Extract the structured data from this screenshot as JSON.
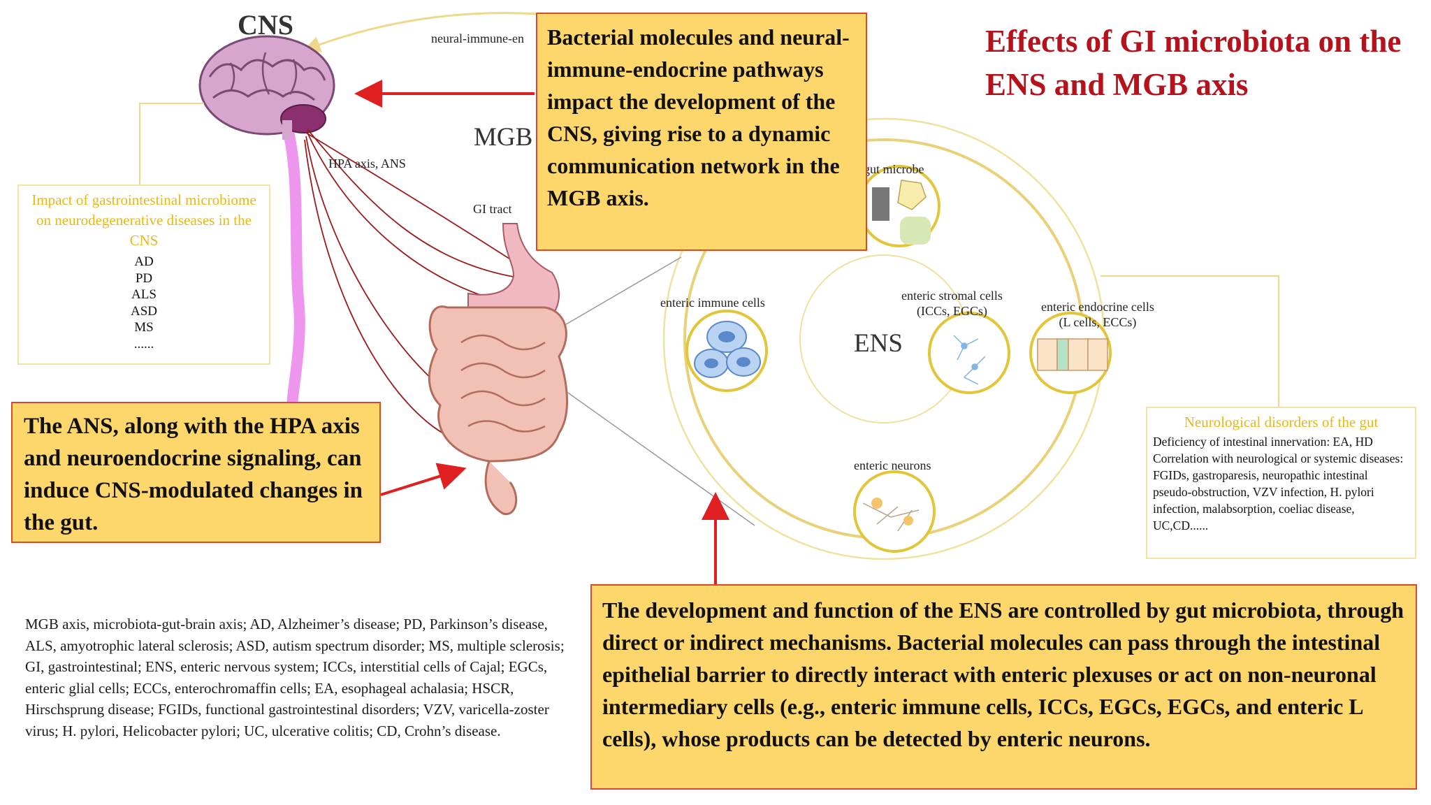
{
  "title": "Effects of GI microbiota on the ENS and MGB axis",
  "callouts": {
    "top": "Bacterial molecules and neural-immune-endocrine pathways impact the development of the CNS, giving rise to a dynamic communication network in the MGB axis.",
    "left": "The ANS, along with the HPA axis and neuroendocrine signaling, can induce CNS-modulated changes in the gut.",
    "bottom": "The development and function of the ENS are controlled by gut microbiota, through direct or indirect mechanisms. Bacterial molecules can pass through the intestinal epithelial barrier to directly interact with enteric plexuses or act on non-neuronal intermediary cells (e.g., enteric immune cells, ICCs, EGCs, EGCs, and enteric L cells), whose products can be detected by enteric neurons."
  },
  "diagram_labels": {
    "cns": "CNS",
    "mgb": "MGB",
    "ens": "ENS",
    "hpa_ans": "HPA axis, ANS",
    "gi_tract": "GI tract",
    "neural_immune": "neural-immune-en",
    "gut_microbe": "gut microbe",
    "enteric_immune": "enteric immune cells",
    "enteric_stromal": "enteric stromal cells",
    "enteric_stromal_sub": "(ICCs, EGCs)",
    "enteric_endocrine": "enteric endocrine cells",
    "enteric_endocrine_sub": "(L cells, ECCs)",
    "enteric_neurons": "enteric neurons"
  },
  "cns_box": {
    "header": "Impact of gastrointestinal microbiome on neurodegenerative diseases in the CNS",
    "items": [
      "AD",
      "PD",
      "ALS",
      "ASD",
      "MS",
      "......"
    ]
  },
  "gut_box": {
    "header": "Neurological disorders of the gut",
    "body": "Deficiency of intestinal innervation: EA, HD Correlation with neurological or systemic diseases: FGIDs, gastroparesis, neuropathic intestinal pseudo-obstruction, VZV infection, H. pylori infection, malabsorption, coeliac disease, UC,CD......"
  },
  "legend": "MGB axis, microbiota-gut-brain axis; AD, Alzheimer’s disease; PD, Parkinson’s disease, ALS, amyotrophic lateral sclerosis; ASD, autism spectrum disorder; MS, multiple sclerosis; GI, gastrointestinal; ENS, enteric nervous system; ICCs, interstitial cells of Cajal; EGCs, enteric glial cells; ECCs, enterochromaffin cells; EA, esophageal achalasia; HSCR, Hirschsprung disease; FGIDs, functional gastrointestinal disorders; VZV, varicella-zoster virus; H. pylori, Helicobacter pylori; UC, ulcerative colitis; CD, Crohn’s disease.",
  "colors": {
    "title": "#b5121b",
    "callout_fill": "#fdd76c",
    "callout_border": "#d84a2b",
    "arrow": "#e02020",
    "ring": "#eed98a",
    "nerve": "#9b1c1c"
  }
}
